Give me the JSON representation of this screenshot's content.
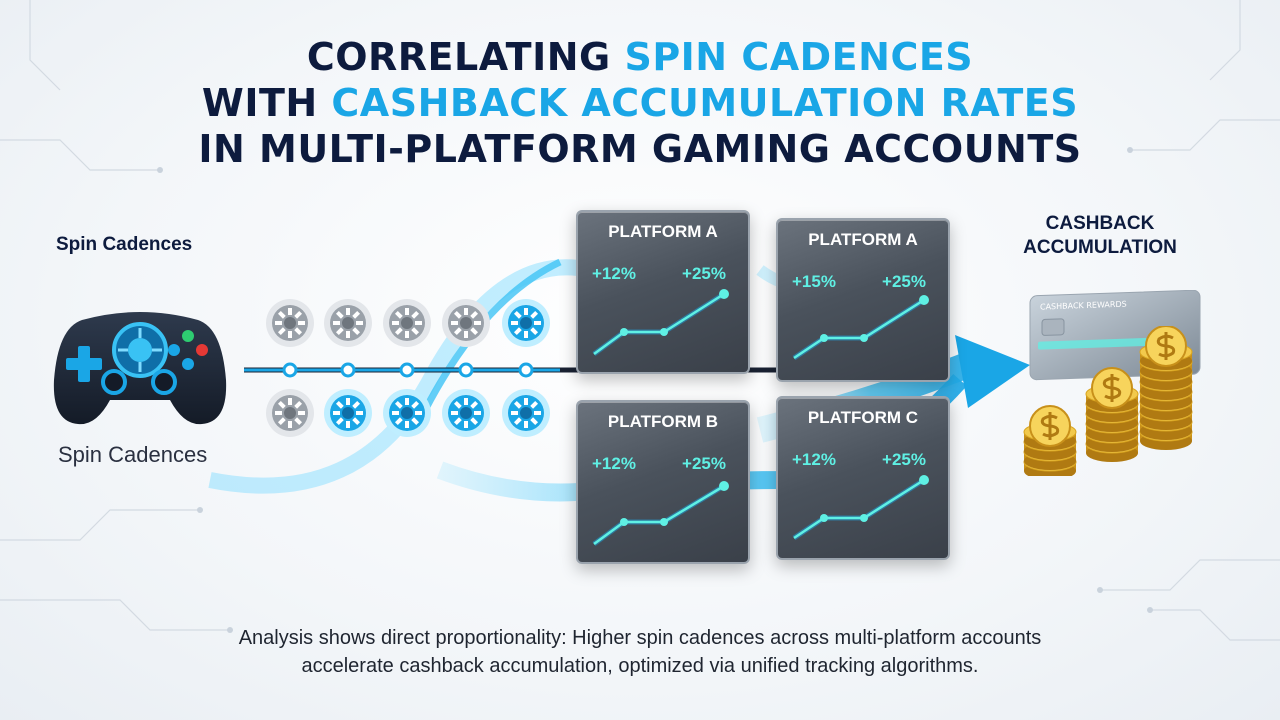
{
  "title": {
    "line1_dark": "CORRELATING ",
    "line1_accent": "SPIN CADENCES",
    "line2_dark": "WITH ",
    "line2_accent": "CASHBACK ACCUMULATION RATES",
    "line3_dark": "IN MULTI-PLATFORM GAMING ACCOUNTS"
  },
  "left": {
    "label": "Spin Cadences",
    "caption": "Spin Cadences"
  },
  "right": {
    "label_line1": "CASHBACK",
    "label_line2": "ACCUMULATION",
    "card_text": "CASHBACK REWARDS"
  },
  "panels": [
    {
      "title": "PLATFORM A",
      "left_pct": "+12%",
      "right_pct": "+25%"
    },
    {
      "title": "PLATFORM A",
      "left_pct": "+15%",
      "right_pct": "+25%"
    },
    {
      "title": "PLATFORM B",
      "left_pct": "+12%",
      "right_pct": "+25%"
    },
    {
      "title": "PLATFORM C",
      "left_pct": "+12%",
      "right_pct": "+25%"
    }
  ],
  "footer": {
    "line1": "Analysis shows direct proportionality: Higher spin cadences across multi-platform accounts",
    "line2": "accelerate cashback accumulation, optimized via unified tracking algorithms."
  },
  "colors": {
    "navy": "#0d1b3e",
    "accent_blue": "#1aa6e6",
    "glow": "#5ff0e4",
    "gold": "#e6b422"
  },
  "reels": {
    "top_row_active": [
      false,
      false,
      false,
      false,
      true
    ],
    "bottom_row_active": [
      false,
      true,
      true,
      true,
      true
    ]
  }
}
